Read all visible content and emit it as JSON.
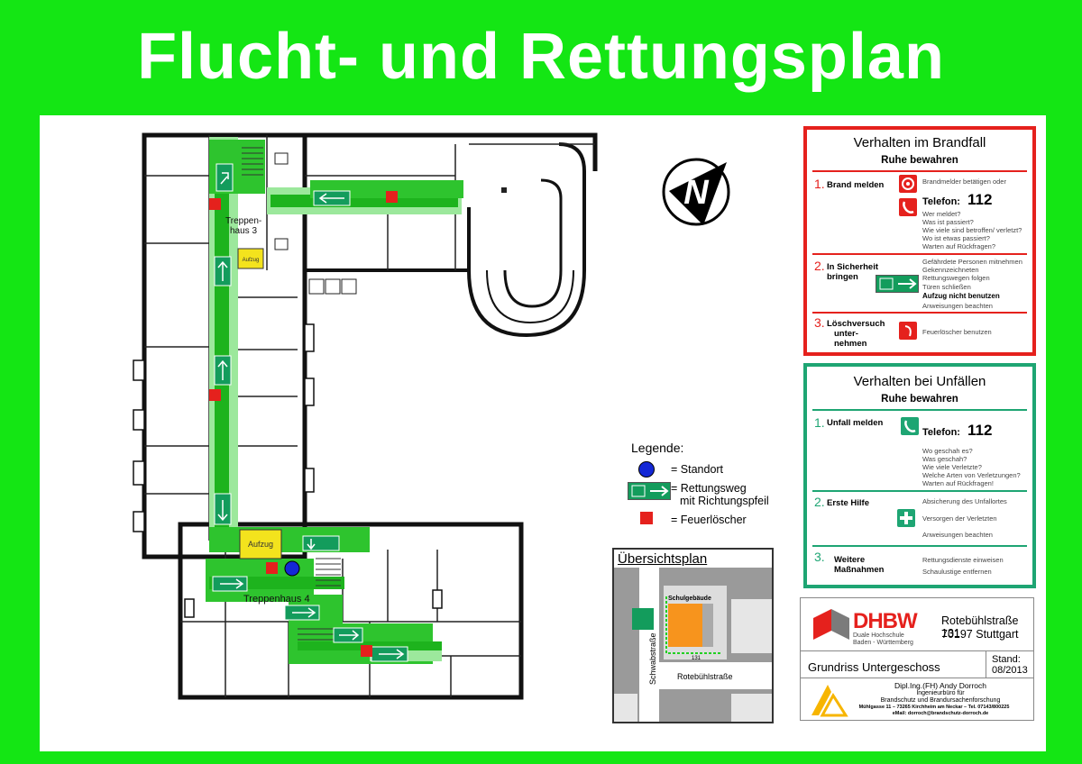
{
  "title": "Flucht- und Rettungsplan",
  "floorplan": {
    "labels": {
      "stairs3": [
        "Treppen-",
        "haus 3"
      ],
      "stairs4": "Treppenhaus 4",
      "elevator_small": "Aufzug",
      "elevator_large": "Aufzug"
    }
  },
  "legend": {
    "heading": "Legende:",
    "location": "= Standort",
    "route_line1": "= Rettungsweg",
    "route_line2": "mit Richtungspfeil",
    "extinguisher": "= Feuerlöscher"
  },
  "overview": {
    "title": "Übersichtsplan",
    "building_label": "Schulgebäude",
    "number": "131",
    "street_vertical": "Schwabstraße",
    "street_horizontal": "Rotebühlstraße"
  },
  "fire": {
    "title": "Verhalten im Brandfall",
    "subtitle": "Ruhe bewahren",
    "step1": {
      "num": "1.",
      "label": "Brand melden",
      "line1": "Brandmelder betätigen oder",
      "phone_label": "Telefon:",
      "phone_number": "112",
      "questions": [
        "Wer meldet?",
        "Was ist passiert?",
        "Wie viele sind betroffen/ verletzt?",
        "Wo ist etwas passiert?",
        "Warten auf Rückfragen?"
      ]
    },
    "step2": {
      "num": "2.",
      "label_l1": "In Sicherheit",
      "label_l2": "bringen",
      "lines": [
        "Gefährdete Personen mitnehmen",
        "Gekennzeichneten",
        "Rettungswegen folgen"
      ],
      "doors": "Türen schließen",
      "elevator": "Aufzug nicht benutzen",
      "instr": "Anweisungen beachten"
    },
    "step3": {
      "num": "3.",
      "label_l1": "Löschversuch",
      "label_l2": "unter-",
      "label_l3": "nehmen",
      "text": "Feuerlöscher benutzen"
    }
  },
  "accident": {
    "title": "Verhalten bei Unfällen",
    "subtitle": "Ruhe bewahren",
    "step1": {
      "num": "1.",
      "label": "Unfall melden",
      "phone_label": "Telefon:",
      "phone_number": "112",
      "questions": [
        "Wo geschah es?",
        "Was geschah?",
        "Wie viele Verletzte?",
        "Welche Arten von Verletzungen?",
        "Warten auf Rückfragen!"
      ]
    },
    "step2": {
      "num": "2.",
      "label": "Erste Hilfe",
      "lines": [
        "Absicherung des Unfallortes",
        "Versorgen der Verletzten",
        "Anweisungen beachten"
      ]
    },
    "step3": {
      "num": "3.",
      "label_l1": "Weitere",
      "label_l2": "Maßnahmen",
      "lines": [
        "Rettungsdienste einweisen",
        "Schaulustige entfernen"
      ]
    }
  },
  "info": {
    "logo_text": "DHBW",
    "logo_sub1": "Duale Hochschule",
    "logo_sub2": "Baden - Württemberg",
    "address1": "Rotebühlstraße 131",
    "address2": "70197 Stuttgart",
    "plan": "Grundriss  Untergeschoss",
    "stand_label": "Stand:",
    "stand_date": "08/2013",
    "author": "Dipl.Ing.(FH) Andy Dorroch",
    "office1": "Ingenieurbüro für",
    "office2": "Brandschutz und Brandursachenforschung",
    "contact1": "Mühlgasse 11 – 73265 Kirchheim am Neckar – Tel. 07143/800225",
    "contact2": "eMail: dorroch@brandschutz-dorroch.de"
  },
  "colors": {
    "frame_green": "#14e614",
    "route_green": "#1db31d",
    "route_light": "#9ce89c",
    "fire_red": "#e5211d",
    "accident_green": "#1ea573",
    "location_blue": "#1428d6",
    "elevator_yellow": "#f3e31d",
    "orange_building": "#f7941d"
  },
  "icons": [
    "compass-north-icon",
    "emergency-exit-icon",
    "arrow-right-icon",
    "arrow-up-icon",
    "arrow-down-icon",
    "fire-extinguisher-icon",
    "fire-alarm-icon",
    "phone-icon",
    "first-aid-icon",
    "location-dot-icon"
  ]
}
